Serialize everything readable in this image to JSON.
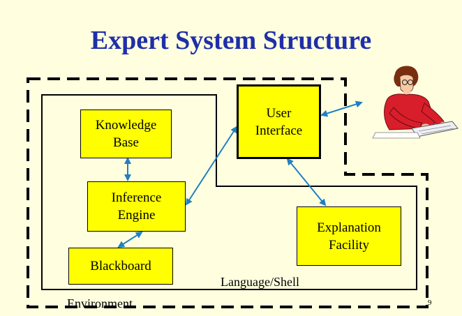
{
  "slide": {
    "title": "Expert System Structure",
    "page_number": "9"
  },
  "diagram": {
    "components": {
      "knowledge_base": "Knowledge\nBase",
      "inference_engine": "Inference\nEngine",
      "blackboard": "Blackboard",
      "user_interface": "User\nInterface",
      "explanation_facility": "Explanation\nFacility"
    },
    "regions": {
      "language_shell": "Language/Shell",
      "environment": "Environment"
    },
    "colors": {
      "box_fill": "#FFFF00",
      "arrow": "#1F7FC4",
      "title": "#1F2FA8",
      "background": "#FFFFE0"
    },
    "user_icon": "user-at-keyboard-icon"
  }
}
